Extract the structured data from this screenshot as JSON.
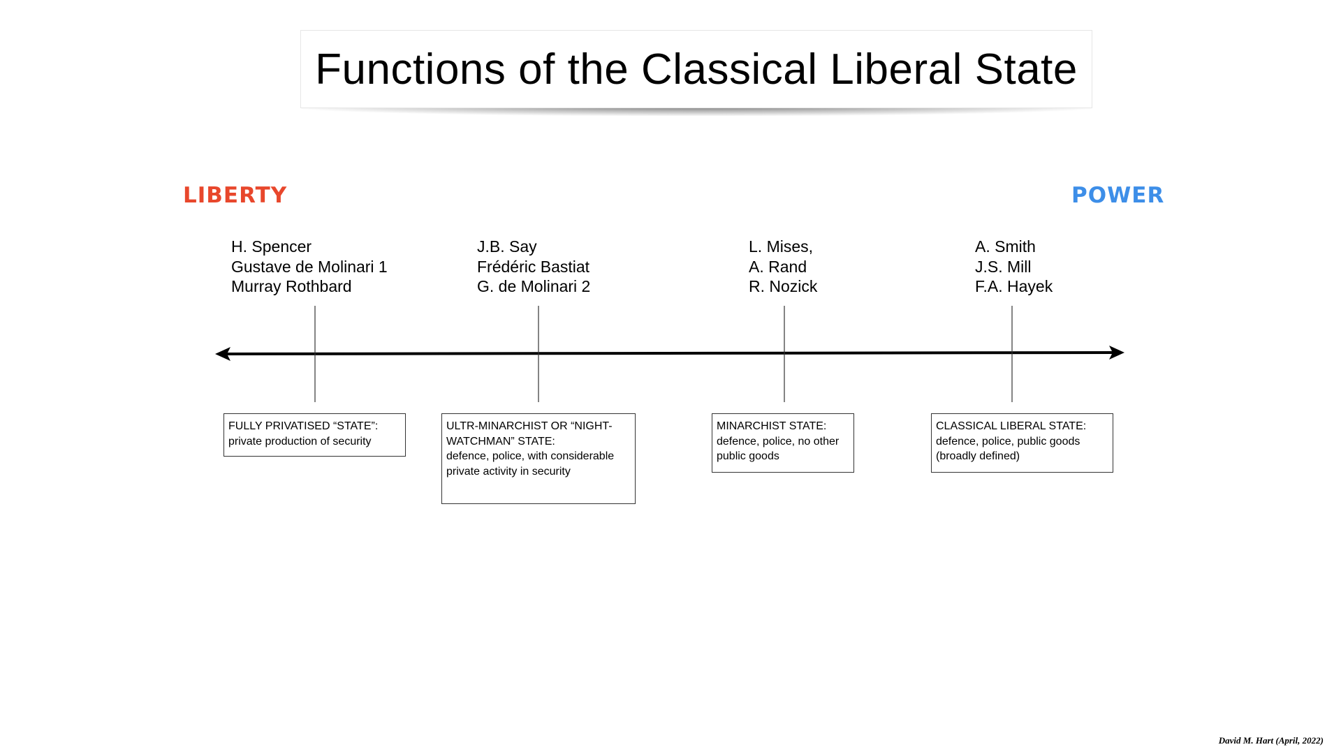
{
  "title": "Functions of the Classical Liberal State",
  "poles": {
    "left": "LIBERTY",
    "right": "POWER",
    "left_color": "#e8472c",
    "right_color": "#3d8ee8"
  },
  "positions": [
    {
      "names": [
        "H. Spencer",
        "Gustave de Molinari 1",
        "Murray Rothbard"
      ],
      "box_heading": "FULLY PRIVATISED  “STATE”:",
      "box_desc": "private production of security"
    },
    {
      "names": [
        "J.B. Say",
        "Frédéric Bastiat",
        "G. de Molinari 2"
      ],
      "box_heading": "ULTR-MINARCHIST OR “NIGHT-WATCHMAN” STATE:",
      "box_desc": "defence, police, with considerable private activity in security"
    },
    {
      "names": [
        "L. Mises,",
        "A. Rand",
        "R. Nozick"
      ],
      "box_heading": "MINARCHIST STATE:",
      "box_desc": "defence, police, no other public goods"
    },
    {
      "names": [
        "A. Smith",
        "J.S. Mill",
        "F.A. Hayek"
      ],
      "box_heading": "CLASSICAL LIBERAL STATE:",
      "box_desc": "defence, police, public goods (broadly defined)"
    }
  ],
  "credit": "David M. Hart (April, 2022)"
}
